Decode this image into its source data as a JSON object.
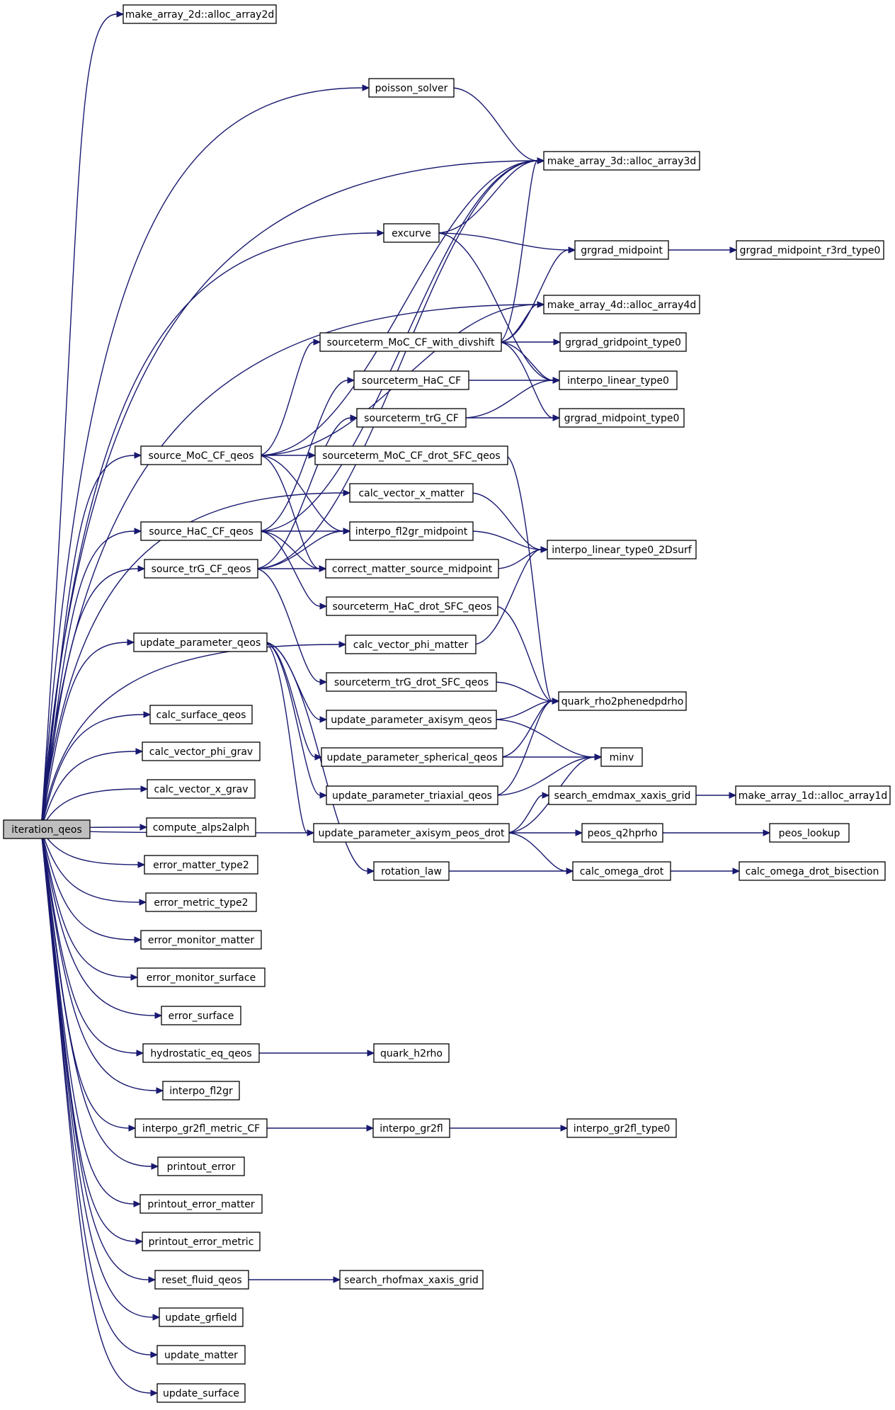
{
  "nodes": [
    {
      "id": "iteration_qeos",
      "label": "iteration_qeos",
      "root": true
    },
    {
      "id": "alloc_array2d",
      "label": "make_array_2d::alloc_array2d"
    },
    {
      "id": "poisson_solver",
      "label": "poisson_solver"
    },
    {
      "id": "alloc_array3d",
      "label": "make_array_3d::alloc_array3d"
    },
    {
      "id": "excurve",
      "label": "excurve"
    },
    {
      "id": "grgrad_midpoint",
      "label": "grgrad_midpoint"
    },
    {
      "id": "grgrad_midpoint_r3rd_type0",
      "label": "grgrad_midpoint_r3rd_type0"
    },
    {
      "id": "alloc_array4d",
      "label": "make_array_4d::alloc_array4d"
    },
    {
      "id": "sourceterm_MoC_CF_with_divshift",
      "label": "sourceterm_MoC_CF_with_divshift"
    },
    {
      "id": "grgrad_gridpoint_type0",
      "label": "grgrad_gridpoint_type0"
    },
    {
      "id": "sourceterm_HaC_CF",
      "label": "sourceterm_HaC_CF"
    },
    {
      "id": "interpo_linear_type0",
      "label": "interpo_linear_type0"
    },
    {
      "id": "sourceterm_trG_CF",
      "label": "sourceterm_trG_CF"
    },
    {
      "id": "grgrad_midpoint_type0",
      "label": "grgrad_midpoint_type0"
    },
    {
      "id": "source_MoC_CF_qeos",
      "label": "source_MoC_CF_qeos"
    },
    {
      "id": "sourceterm_MoC_CF_drot_SFC_qeos",
      "label": "sourceterm_MoC_CF_drot_SFC_qeos"
    },
    {
      "id": "calc_vector_x_matter",
      "label": "calc_vector_x_matter"
    },
    {
      "id": "source_HaC_CF_qeos",
      "label": "source_HaC_CF_qeos"
    },
    {
      "id": "interpo_fl2gr_midpoint",
      "label": "interpo_fl2gr_midpoint"
    },
    {
      "id": "interpo_linear_type0_2Dsurf",
      "label": "interpo_linear_type0_2Dsurf"
    },
    {
      "id": "source_trG_CF_qeos",
      "label": "source_trG_CF_qeos"
    },
    {
      "id": "correct_matter_source_midpoint",
      "label": "correct_matter_source_midpoint"
    },
    {
      "id": "sourceterm_HaC_drot_SFC_qeos",
      "label": "sourceterm_HaC_drot_SFC_qeos"
    },
    {
      "id": "calc_vector_phi_matter",
      "label": "calc_vector_phi_matter"
    },
    {
      "id": "update_parameter_qeos",
      "label": "update_parameter_qeos"
    },
    {
      "id": "sourceterm_trG_drot_SFC_qeos",
      "label": "sourceterm_trG_drot_SFC_qeos"
    },
    {
      "id": "quark_rho2phenedpdrho",
      "label": "quark_rho2phenedpdrho"
    },
    {
      "id": "update_parameter_axisym_qeos",
      "label": "update_parameter_axisym_qeos"
    },
    {
      "id": "calc_surface_qeos",
      "label": "calc_surface_qeos"
    },
    {
      "id": "update_parameter_spherical_qeos",
      "label": "update_parameter_spherical_qeos"
    },
    {
      "id": "minv",
      "label": "minv"
    },
    {
      "id": "calc_vector_phi_grav",
      "label": "calc_vector_phi_grav"
    },
    {
      "id": "calc_vector_x_grav",
      "label": "calc_vector_x_grav"
    },
    {
      "id": "update_parameter_triaxial_qeos",
      "label": "update_parameter_triaxial_qeos"
    },
    {
      "id": "search_emdmax_xaxis_grid",
      "label": "search_emdmax_xaxis_grid"
    },
    {
      "id": "alloc_array1d",
      "label": "make_array_1d::alloc_array1d"
    },
    {
      "id": "compute_alps2alph",
      "label": "compute_alps2alph"
    },
    {
      "id": "update_parameter_axisym_peos_drot",
      "label": "update_parameter_axisym_peos_drot"
    },
    {
      "id": "peos_q2hprho",
      "label": "peos_q2hprho"
    },
    {
      "id": "peos_lookup",
      "label": "peos_lookup"
    },
    {
      "id": "error_matter_type2",
      "label": "error_matter_type2"
    },
    {
      "id": "rotation_law",
      "label": "rotation_law"
    },
    {
      "id": "calc_omega_drot",
      "label": "calc_omega_drot"
    },
    {
      "id": "calc_omega_drot_bisection",
      "label": "calc_omega_drot_bisection"
    },
    {
      "id": "error_metric_type2",
      "label": "error_metric_type2"
    },
    {
      "id": "error_monitor_matter",
      "label": "error_monitor_matter"
    },
    {
      "id": "error_monitor_surface",
      "label": "error_monitor_surface"
    },
    {
      "id": "error_surface",
      "label": "error_surface"
    },
    {
      "id": "hydrostatic_eq_qeos",
      "label": "hydrostatic_eq_qeos"
    },
    {
      "id": "quark_h2rho",
      "label": "quark_h2rho"
    },
    {
      "id": "interpo_fl2gr",
      "label": "interpo_fl2gr"
    },
    {
      "id": "interpo_gr2fl_metric_CF",
      "label": "interpo_gr2fl_metric_CF"
    },
    {
      "id": "interpo_gr2fl",
      "label": "interpo_gr2fl"
    },
    {
      "id": "interpo_gr2fl_type0",
      "label": "interpo_gr2fl_type0"
    },
    {
      "id": "printout_error",
      "label": "printout_error"
    },
    {
      "id": "printout_error_matter",
      "label": "printout_error_matter"
    },
    {
      "id": "printout_error_metric",
      "label": "printout_error_metric"
    },
    {
      "id": "reset_fluid_qeos",
      "label": "reset_fluid_qeos"
    },
    {
      "id": "search_rhofmax_xaxis_grid",
      "label": "search_rhofmax_xaxis_grid"
    },
    {
      "id": "update_grfield",
      "label": "update_grfield"
    },
    {
      "id": "update_matter",
      "label": "update_matter"
    },
    {
      "id": "update_surface",
      "label": "update_surface"
    }
  ],
  "edges": [
    [
      "iteration_qeos",
      "alloc_array2d"
    ],
    [
      "iteration_qeos",
      "poisson_solver"
    ],
    [
      "iteration_qeos",
      "alloc_array3d"
    ],
    [
      "iteration_qeos",
      "excurve"
    ],
    [
      "iteration_qeos",
      "alloc_array4d"
    ],
    [
      "iteration_qeos",
      "source_MoC_CF_qeos"
    ],
    [
      "iteration_qeos",
      "calc_vector_x_matter"
    ],
    [
      "iteration_qeos",
      "source_HaC_CF_qeos"
    ],
    [
      "iteration_qeos",
      "source_trG_CF_qeos"
    ],
    [
      "iteration_qeos",
      "calc_vector_phi_matter"
    ],
    [
      "iteration_qeos",
      "update_parameter_qeos"
    ],
    [
      "iteration_qeos",
      "update_parameter_axisym_peos_drot"
    ],
    [
      "iteration_qeos",
      "calc_surface_qeos"
    ],
    [
      "iteration_qeos",
      "calc_vector_phi_grav"
    ],
    [
      "iteration_qeos",
      "calc_vector_x_grav"
    ],
    [
      "iteration_qeos",
      "compute_alps2alph"
    ],
    [
      "iteration_qeos",
      "error_matter_type2"
    ],
    [
      "iteration_qeos",
      "error_metric_type2"
    ],
    [
      "iteration_qeos",
      "error_monitor_matter"
    ],
    [
      "iteration_qeos",
      "error_monitor_surface"
    ],
    [
      "iteration_qeos",
      "error_surface"
    ],
    [
      "iteration_qeos",
      "hydrostatic_eq_qeos"
    ],
    [
      "iteration_qeos",
      "interpo_fl2gr"
    ],
    [
      "iteration_qeos",
      "interpo_gr2fl_metric_CF"
    ],
    [
      "iteration_qeos",
      "printout_error"
    ],
    [
      "iteration_qeos",
      "printout_error_matter"
    ],
    [
      "iteration_qeos",
      "printout_error_metric"
    ],
    [
      "iteration_qeos",
      "reset_fluid_qeos"
    ],
    [
      "iteration_qeos",
      "update_grfield"
    ],
    [
      "iteration_qeos",
      "update_matter"
    ],
    [
      "iteration_qeos",
      "update_surface"
    ],
    [
      "poisson_solver",
      "alloc_array3d"
    ],
    [
      "excurve",
      "alloc_array3d"
    ],
    [
      "excurve",
      "grgrad_midpoint"
    ],
    [
      "excurve",
      "interpo_linear_type0"
    ],
    [
      "grgrad_midpoint",
      "grgrad_midpoint_r3rd_type0"
    ],
    [
      "sourceterm_MoC_CF_with_divshift",
      "alloc_array3d"
    ],
    [
      "sourceterm_MoC_CF_with_divshift",
      "grgrad_midpoint"
    ],
    [
      "sourceterm_MoC_CF_with_divshift",
      "alloc_array4d"
    ],
    [
      "sourceterm_MoC_CF_with_divshift",
      "grgrad_gridpoint_type0"
    ],
    [
      "sourceterm_MoC_CF_with_divshift",
      "interpo_linear_type0"
    ],
    [
      "sourceterm_MoC_CF_with_divshift",
      "grgrad_midpoint_type0"
    ],
    [
      "sourceterm_HaC_CF",
      "interpo_linear_type0"
    ],
    [
      "sourceterm_trG_CF",
      "interpo_linear_type0"
    ],
    [
      "sourceterm_trG_CF",
      "grgrad_midpoint_type0"
    ],
    [
      "source_MoC_CF_qeos",
      "alloc_array3d"
    ],
    [
      "source_MoC_CF_qeos",
      "alloc_array4d"
    ],
    [
      "source_MoC_CF_qeos",
      "sourceterm_MoC_CF_with_divshift"
    ],
    [
      "source_MoC_CF_qeos",
      "sourceterm_MoC_CF_drot_SFC_qeos"
    ],
    [
      "source_MoC_CF_qeos",
      "interpo_fl2gr_midpoint"
    ],
    [
      "source_MoC_CF_qeos",
      "correct_matter_source_midpoint"
    ],
    [
      "sourceterm_MoC_CF_drot_SFC_qeos",
      "quark_rho2phenedpdrho"
    ],
    [
      "calc_vector_x_matter",
      "interpo_linear_type0_2Dsurf"
    ],
    [
      "source_HaC_CF_qeos",
      "alloc_array3d"
    ],
    [
      "source_HaC_CF_qeos",
      "sourceterm_HaC_CF"
    ],
    [
      "source_HaC_CF_qeos",
      "interpo_fl2gr_midpoint"
    ],
    [
      "source_HaC_CF_qeos",
      "correct_matter_source_midpoint"
    ],
    [
      "source_HaC_CF_qeos",
      "sourceterm_HaC_drot_SFC_qeos"
    ],
    [
      "interpo_fl2gr_midpoint",
      "interpo_linear_type0_2Dsurf"
    ],
    [
      "source_trG_CF_qeos",
      "alloc_array3d"
    ],
    [
      "source_trG_CF_qeos",
      "sourceterm_trG_CF"
    ],
    [
      "source_trG_CF_qeos",
      "interpo_fl2gr_midpoint"
    ],
    [
      "source_trG_CF_qeos",
      "correct_matter_source_midpoint"
    ],
    [
      "source_trG_CF_qeos",
      "sourceterm_trG_drot_SFC_qeos"
    ],
    [
      "correct_matter_source_midpoint",
      "interpo_linear_type0_2Dsurf"
    ],
    [
      "sourceterm_HaC_drot_SFC_qeos",
      "quark_rho2phenedpdrho"
    ],
    [
      "calc_vector_phi_matter",
      "interpo_linear_type0_2Dsurf"
    ],
    [
      "update_parameter_qeos",
      "update_parameter_axisym_qeos"
    ],
    [
      "update_parameter_qeos",
      "update_parameter_spherical_qeos"
    ],
    [
      "update_parameter_qeos",
      "update_parameter_triaxial_qeos"
    ],
    [
      "update_parameter_qeos",
      "update_parameter_axisym_peos_drot"
    ],
    [
      "update_parameter_qeos",
      "rotation_law"
    ],
    [
      "sourceterm_trG_drot_SFC_qeos",
      "quark_rho2phenedpdrho"
    ],
    [
      "update_parameter_axisym_qeos",
      "quark_rho2phenedpdrho"
    ],
    [
      "update_parameter_axisym_qeos",
      "minv"
    ],
    [
      "update_parameter_spherical_qeos",
      "quark_rho2phenedpdrho"
    ],
    [
      "update_parameter_spherical_qeos",
      "minv"
    ],
    [
      "update_parameter_triaxial_qeos",
      "quark_rho2phenedpdrho"
    ],
    [
      "update_parameter_triaxial_qeos",
      "minv"
    ],
    [
      "update_parameter_axisym_peos_drot",
      "minv"
    ],
    [
      "update_parameter_axisym_peos_drot",
      "search_emdmax_xaxis_grid"
    ],
    [
      "update_parameter_axisym_peos_drot",
      "peos_q2hprho"
    ],
    [
      "update_parameter_axisym_peos_drot",
      "calc_omega_drot"
    ],
    [
      "search_emdmax_xaxis_grid",
      "alloc_array1d"
    ],
    [
      "peos_q2hprho",
      "peos_lookup"
    ],
    [
      "rotation_law",
      "calc_omega_drot"
    ],
    [
      "calc_omega_drot",
      "calc_omega_drot_bisection"
    ],
    [
      "hydrostatic_eq_qeos",
      "quark_h2rho"
    ],
    [
      "interpo_gr2fl_metric_CF",
      "interpo_gr2fl"
    ],
    [
      "interpo_gr2fl",
      "interpo_gr2fl_type0"
    ],
    [
      "reset_fluid_qeos",
      "search_rhofmax_xaxis_grid"
    ]
  ]
}
